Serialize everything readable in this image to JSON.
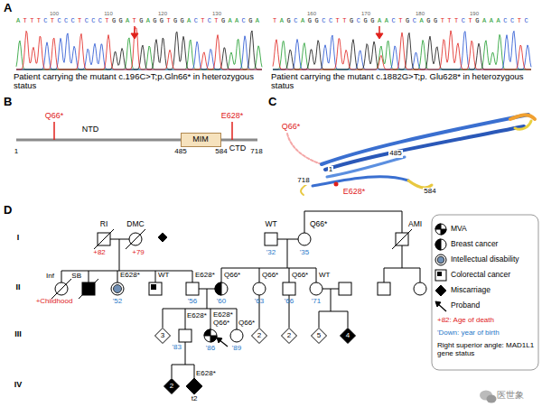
{
  "diagram": {
    "nodes": [
      {
        "text": [
          "MIM"
        ]
      },
      {
        "text": [
          "3"
        ]
      },
      {
        "text": [
          "2"
        ]
      },
      {
        "text": [
          "2"
        ]
      },
      {
        "text": [
          "5"
        ]
      },
      {
        "text": [
          "4"
        ]
      },
      {
        "text": [
          "2"
        ]
      }
    ],
    "labels": [
      "A",
      "100",
      "110",
      "120",
      "130",
      "ATTTCTCCCTCCCTGGATGAGGTGGACTCTGAACGA",
      "Patient carrying the mutant c.196C>T;p.Gln66* in heterozygous status",
      "160",
      "170",
      "180",
      "190",
      "TAGCAGGCCTTGCGGAACTGCAGGTTTCTGAAACCTC",
      "Patient carrying the mutant c.1882G>T;p. Glu628* in heterozygous status",
      "B",
      "Q66*",
      "E628*",
      "NTD",
      "CTD",
      "1",
      "485",
      "584",
      "718",
      "C",
      "Q66*",
      "1",
      "485",
      "718",
      "E628*",
      "584",
      "D",
      "I",
      "II",
      "III",
      "IV",
      "RI",
      "DMC",
      "+82",
      "+79",
      "WT",
      "Q66*",
      "'32",
      "'35",
      "AMI",
      "Inf",
      "+Childhood",
      "SB",
      "'52",
      "E628*",
      "WT",
      "E628*",
      "Q66*",
      "'56",
      "'60",
      "Q66*",
      "Q66*",
      "WT",
      "'63",
      "'66",
      "'71",
      "E628*",
      "E628*",
      "Q66*",
      "Q66*",
      "'83",
      "'86",
      "'89",
      "E628*",
      "t2",
      "+82: Age of death",
      "'Down: year of birth",
      "Right superior angle: MAD1L1 gene status",
      "医世象"
    ],
    "legend": [
      {
        "text": "MVA"
      },
      {
        "text": "Breast cancer"
      },
      {
        "text": "Intellectual disability"
      },
      {
        "text": "Colorectal cancer"
      },
      {
        "text": "Miscarriage"
      },
      {
        "text": "Proband"
      }
    ]
  }
}
